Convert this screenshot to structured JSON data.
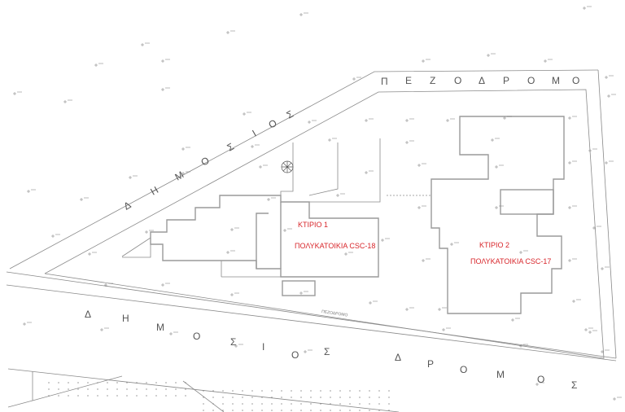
{
  "buildings": [
    {
      "title": "ΚΤΙΡΙΟ 1",
      "subtitle": "ΠΟΛΥΚΑΤΟΙΚΙΑ CSC-18"
    },
    {
      "title": "ΚΤΙΡΙΟ 2",
      "subtitle": "ΠΟΛΥΚΑΤΟΙΚΙΑ CSC-17"
    }
  ],
  "streets": {
    "top_sidewalk": [
      "Π",
      "Ε",
      "Ζ",
      "Ο",
      "Δ",
      "Ρ",
      "Ο",
      "Μ",
      "Ο"
    ],
    "left_road": [
      "Δ",
      "Η",
      "Μ",
      "Ο",
      "Σ",
      "Ι",
      "Ο",
      "Σ"
    ],
    "bottom_sidewalk": "ΠΕΖΟΔΡΟΜΟ",
    "bottom_road": [
      "Δ",
      "Η",
      "Μ",
      "Ο",
      "Σ",
      "Ι",
      "Ο",
      "Σ",
      "Δ",
      "Ρ",
      "Ο",
      "Μ",
      "Ο",
      "Σ"
    ]
  },
  "colors": {
    "line": "#8a8a8a",
    "building": "#9a9a9a",
    "label": "#d8262b"
  }
}
